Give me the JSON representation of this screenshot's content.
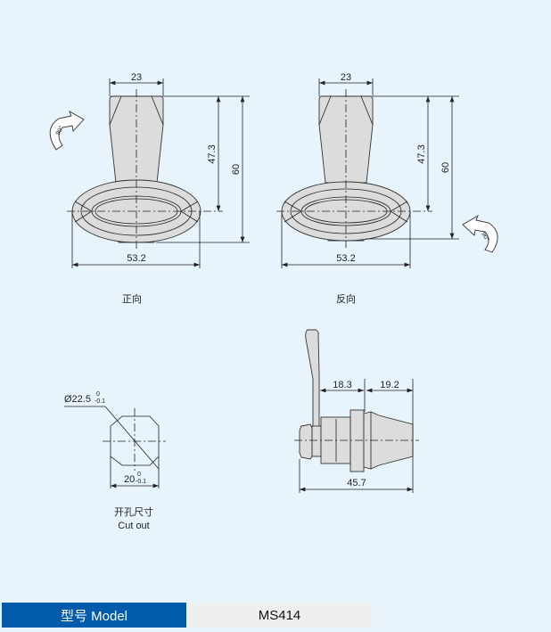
{
  "front_view": {
    "caption": "正向",
    "dim_top_width": "23",
    "dim_handle_height": "47.3",
    "dim_total_height": "60",
    "dim_width": "53.2",
    "rotation": "90°"
  },
  "back_view": {
    "caption": "反向",
    "dim_top_width": "23",
    "dim_handle_height": "47.3",
    "dim_total_height": "60",
    "dim_width": "53.2",
    "rotation": "90°"
  },
  "cutout": {
    "caption_cn": "开孔尺寸",
    "caption_en": "Cut out",
    "diameter": "Ø22.5",
    "diameter_tol_upper": "0",
    "diameter_tol_lower": "-0.1",
    "width": "20",
    "width_tol_upper": "0",
    "width_tol_lower": "-0.1"
  },
  "side_view": {
    "dim_a": "18.3",
    "dim_b": "19.2",
    "dim_total": "45.7"
  },
  "model_bar": {
    "label": "型号 Model",
    "value": "MS414"
  }
}
